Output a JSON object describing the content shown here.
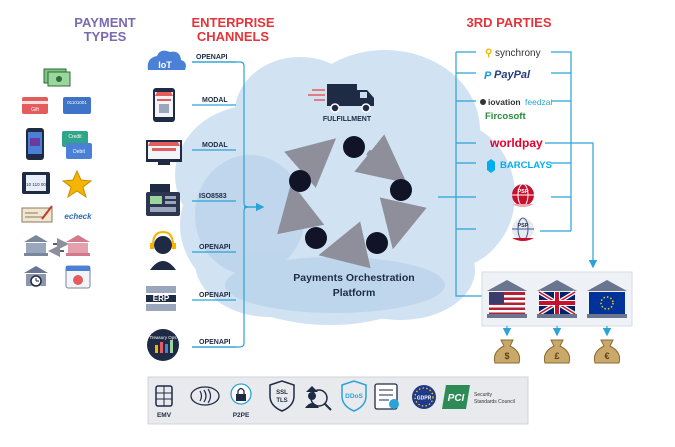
{
  "headers": {
    "payment_types_line1": "PAYMENT",
    "payment_types_line2": "TYPES",
    "enterprise_line1": "ENTERPRISE",
    "enterprise_line2": "CHANNELS",
    "third_parties": "3RD PARTIES"
  },
  "payment_types": {
    "giftcard_label": "Gift",
    "bin_label": "01101001",
    "credit_label": "Credit",
    "debit_label": "Debit",
    "binary_card_label": "010 110 001",
    "echeck_label": "echeck"
  },
  "channels": [
    {
      "icon": "iot-icon",
      "icon_text": "IoT",
      "protocol": "OPENAPI"
    },
    {
      "icon": "mobile-store-icon",
      "icon_text": "",
      "protocol": "MODAL"
    },
    {
      "icon": "web-store-icon",
      "icon_text": "",
      "protocol": "MODAL"
    },
    {
      "icon": "pos-terminal-icon",
      "icon_text": "",
      "protocol": "ISO8583"
    },
    {
      "icon": "call-center-icon",
      "icon_text": "",
      "protocol": "OPENAPI"
    },
    {
      "icon": "erp-icon",
      "icon_text": "ERP",
      "protocol": "OPENAPI"
    },
    {
      "icon": "treasury-icon",
      "icon_text": "Treasury Ops",
      "protocol": "OPENAPI"
    }
  ],
  "center": {
    "fulfillment_label": "FULFILLMENT",
    "platform_line1": "Payments Orchestration",
    "platform_line2": "Platform"
  },
  "third_parties": [
    {
      "name": "synchrony",
      "color": "#333333"
    },
    {
      "name": "PayPal",
      "color": "#253b80"
    },
    {
      "name": "iovation",
      "color": "#333333"
    },
    {
      "name": "feedzai",
      "color": "#2aa6c9"
    },
    {
      "name": "Fircosoft",
      "color": "#2a8a3e"
    },
    {
      "name": "worldpay",
      "color": "#e4002b"
    },
    {
      "name": "BARCLAYS",
      "color": "#00aeef"
    },
    {
      "name": "PSP",
      "color": "#c8102e"
    },
    {
      "name": "PSP",
      "color": "#3b5b8a"
    }
  ],
  "banks": [
    "us-bank-icon",
    "uk-bank-icon",
    "eu-bank-icon"
  ],
  "currency_bags": [
    "$",
    "£",
    "€"
  ],
  "security": {
    "emv": "EMV",
    "p2pe": "P2PE",
    "ssl_line1": "SSL",
    "ssl_line2": "TLS",
    "ddos": "DDoS",
    "gdpr": "GDPR",
    "pci": "PCI",
    "pci_sub1": "Security",
    "pci_sub2": "Standards Council"
  },
  "colors": {
    "header_purple": "#7a6bb0",
    "header_red": "#e4353b",
    "accent_blue": "#2aa3d6",
    "cloud": "#c9ddf0",
    "icon_navy": "#1f2a44"
  }
}
